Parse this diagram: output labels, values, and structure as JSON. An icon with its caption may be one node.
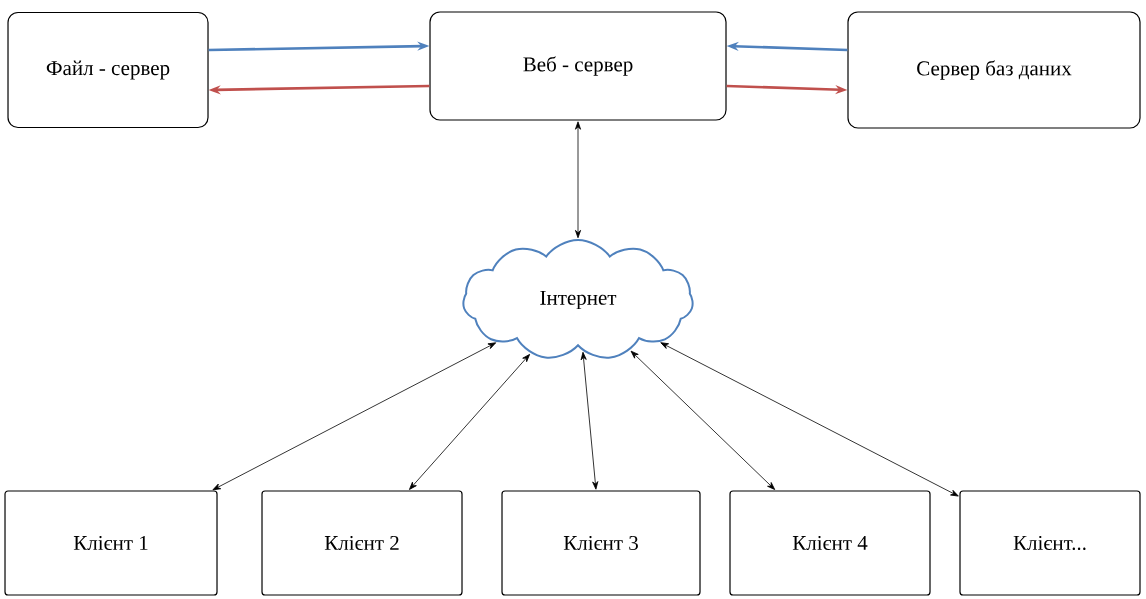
{
  "diagram": {
    "nodes": [
      {
        "text": [
          "Файл - сервер"
        ]
      },
      {
        "text": [
          "Веб - сервер"
        ]
      },
      {
        "text": [
          "Сервер баз даних"
        ]
      },
      {
        "text": [
          "Інтернет"
        ]
      },
      {
        "text": [
          "Клієнт 1"
        ]
      },
      {
        "text": [
          "Клієнт 2"
        ]
      },
      {
        "text": [
          "Клієнт 3"
        ]
      },
      {
        "text": [
          "Клієнт 4"
        ]
      },
      {
        "text": [
          "Клієнт..."
        ]
      }
    ],
    "edges": [
      {
        "from": 0,
        "to": 1,
        "arrow": "to",
        "style": "thick",
        "color": "#4f81bd"
      },
      {
        "from": 1,
        "to": 0,
        "arrow": "to",
        "style": "thick",
        "color": "#c0504d"
      },
      {
        "from": 2,
        "to": 1,
        "arrow": "to",
        "style": "thick",
        "color": "#4f81bd"
      },
      {
        "from": 1,
        "to": 2,
        "arrow": "to",
        "style": "thick",
        "color": "#c0504d"
      },
      {
        "from": 1,
        "to": 3,
        "arrow": "both"
      },
      {
        "from": 3,
        "to": 4,
        "arrow": "both"
      },
      {
        "from": 3,
        "to": 5,
        "arrow": "both"
      },
      {
        "from": 3,
        "to": 6,
        "arrow": "both"
      },
      {
        "from": 3,
        "to": 7,
        "arrow": "both"
      },
      {
        "from": 3,
        "to": 8,
        "arrow": "both"
      }
    ]
  }
}
